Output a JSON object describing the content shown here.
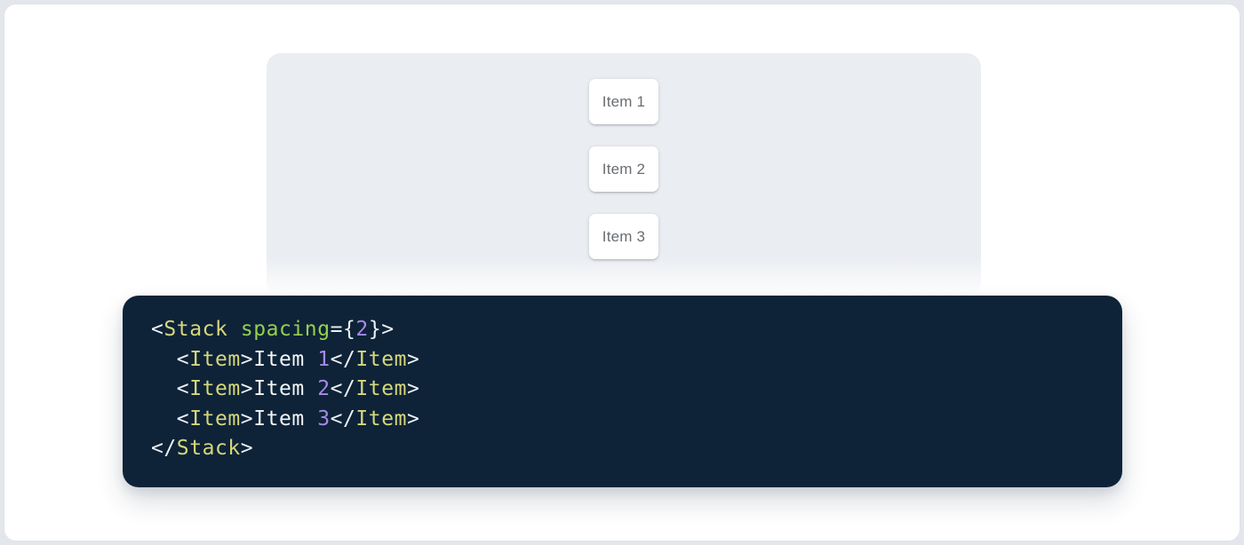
{
  "page": {
    "outer_background": "#e3e7ec",
    "card_background": "#ffffff",
    "card_border": "#dfe3e8"
  },
  "demo": {
    "panel_background": "#eaedf2",
    "item_text_color": "#696d72",
    "items": [
      {
        "label": "Item 1"
      },
      {
        "label": "Item 2"
      },
      {
        "label": "Item 3"
      }
    ]
  },
  "code": {
    "background": "#0e2338",
    "token_colors": {
      "punctuation": "#eef1f5",
      "tag": "#d6d77b",
      "attr_name": "#95d04f",
      "number": "#a58ae8",
      "text": "#f3f5f8"
    },
    "lines": [
      [
        {
          "type": "punctuation",
          "text": "<"
        },
        {
          "type": "tag",
          "text": "Stack"
        },
        {
          "type": "text",
          "text": " "
        },
        {
          "type": "attr_name",
          "text": "spacing"
        },
        {
          "type": "punctuation",
          "text": "="
        },
        {
          "type": "punctuation",
          "text": "{"
        },
        {
          "type": "number",
          "text": "2"
        },
        {
          "type": "punctuation",
          "text": "}"
        },
        {
          "type": "punctuation",
          "text": ">"
        }
      ],
      [
        {
          "type": "text",
          "text": "  "
        },
        {
          "type": "punctuation",
          "text": "<"
        },
        {
          "type": "tag",
          "text": "Item"
        },
        {
          "type": "punctuation",
          "text": ">"
        },
        {
          "type": "text",
          "text": "Item "
        },
        {
          "type": "number",
          "text": "1"
        },
        {
          "type": "punctuation",
          "text": "</"
        },
        {
          "type": "tag",
          "text": "Item"
        },
        {
          "type": "punctuation",
          "text": ">"
        }
      ],
      [
        {
          "type": "text",
          "text": "  "
        },
        {
          "type": "punctuation",
          "text": "<"
        },
        {
          "type": "tag",
          "text": "Item"
        },
        {
          "type": "punctuation",
          "text": ">"
        },
        {
          "type": "text",
          "text": "Item "
        },
        {
          "type": "number",
          "text": "2"
        },
        {
          "type": "punctuation",
          "text": "</"
        },
        {
          "type": "tag",
          "text": "Item"
        },
        {
          "type": "punctuation",
          "text": ">"
        }
      ],
      [
        {
          "type": "text",
          "text": "  "
        },
        {
          "type": "punctuation",
          "text": "<"
        },
        {
          "type": "tag",
          "text": "Item"
        },
        {
          "type": "punctuation",
          "text": ">"
        },
        {
          "type": "text",
          "text": "Item "
        },
        {
          "type": "number",
          "text": "3"
        },
        {
          "type": "punctuation",
          "text": "</"
        },
        {
          "type": "tag",
          "text": "Item"
        },
        {
          "type": "punctuation",
          "text": ">"
        }
      ],
      [
        {
          "type": "punctuation",
          "text": "</"
        },
        {
          "type": "tag",
          "text": "Stack"
        },
        {
          "type": "punctuation",
          "text": ">"
        }
      ]
    ]
  }
}
